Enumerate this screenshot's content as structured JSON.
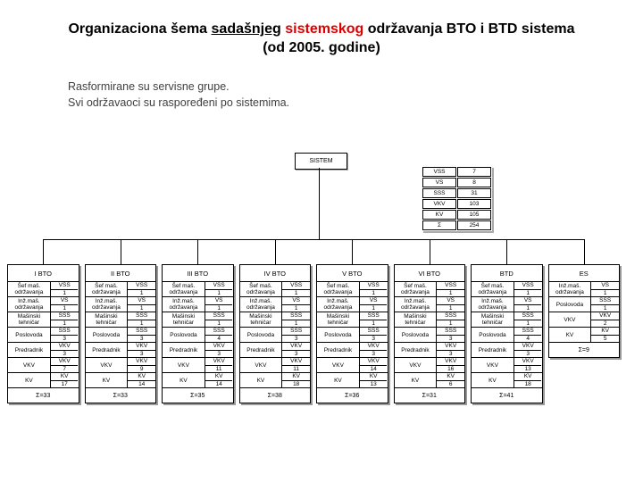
{
  "title": {
    "part1": "Organizaciona šema",
    "part2_underlined": "sadašnjeg",
    "part3_red": "sistemskog",
    "part4": "održavanja BTO i BTD sistema",
    "line2": "(od 2005. godine)"
  },
  "notes": [
    "Rasformirane su servisne grupe.",
    "Svi održavaoci su raspoređeni po sistemima."
  ],
  "root_box": {
    "label": "SISTEM"
  },
  "summary_table": {
    "rows": [
      [
        "VSS",
        "7"
      ],
      [
        "VS",
        "8"
      ],
      [
        "SSS",
        "31"
      ],
      [
        "VKV",
        "103"
      ],
      [
        "KV",
        "105"
      ],
      [
        "Σ",
        "254"
      ]
    ]
  },
  "units": [
    {
      "name": "I BTO",
      "total": "Σ=33",
      "rows": [
        {
          "label": "Šef maš. održavanja",
          "qual": "VSS",
          "count": "1"
        },
        {
          "label": "Inž.maš. održavanja",
          "qual": "VS",
          "count": "1"
        },
        {
          "label": "Mašinski tehničar",
          "qual": "SSS",
          "count": "1"
        },
        {
          "label": "Poslovoda",
          "qual": "SSS",
          "count": "3"
        },
        {
          "label": "Predradnik",
          "qual": "VKV",
          "count": "3"
        },
        {
          "label": "VKV",
          "qual": "VKV",
          "count": "7"
        },
        {
          "label": "KV",
          "qual": "KV",
          "count": "17"
        }
      ]
    },
    {
      "name": "II BTO",
      "total": "Σ=33",
      "rows": [
        {
          "label": "Šef maš. održavanja",
          "qual": "VSS",
          "count": "1"
        },
        {
          "label": "Inž.maš. održavanja",
          "qual": "VS",
          "count": "1"
        },
        {
          "label": "Mašinski tehničar",
          "qual": "SSS",
          "count": "1"
        },
        {
          "label": "Poslovoda",
          "qual": "SSS",
          "count": "3"
        },
        {
          "label": "Predradnik",
          "qual": "VKV",
          "count": "3"
        },
        {
          "label": "VKV",
          "qual": "VKV",
          "count": "9"
        },
        {
          "label": "KV",
          "qual": "KV",
          "count": "14"
        }
      ]
    },
    {
      "name": "III BTO",
      "total": "Σ=35",
      "rows": [
        {
          "label": "Šef maš. održavanja",
          "qual": "VSS",
          "count": "1"
        },
        {
          "label": "Inž.maš. održavanja",
          "qual": "VS",
          "count": "1"
        },
        {
          "label": "Mašinski tehničar",
          "qual": "SSS",
          "count": "1"
        },
        {
          "label": "Poslovoda",
          "qual": "SSS",
          "count": "4"
        },
        {
          "label": "Predradnik",
          "qual": "VKV",
          "count": "3"
        },
        {
          "label": "VKV",
          "qual": "VKV",
          "count": "11"
        },
        {
          "label": "KV",
          "qual": "KV",
          "count": "14"
        }
      ]
    },
    {
      "name": "IV BTO",
      "total": "Σ=38",
      "rows": [
        {
          "label": "Šef maš. održavanja",
          "qual": "VSS",
          "count": "1"
        },
        {
          "label": "Inž.maš. održavanja",
          "qual": "VS",
          "count": "1"
        },
        {
          "label": "Mašinski tehničar",
          "qual": "SSS",
          "count": "1"
        },
        {
          "label": "Poslovoda",
          "qual": "SSS",
          "count": "3"
        },
        {
          "label": "Predradnik",
          "qual": "VKV",
          "count": "3"
        },
        {
          "label": "VKV",
          "qual": "VKV",
          "count": "11"
        },
        {
          "label": "KV",
          "qual": "KV",
          "count": "18"
        }
      ]
    },
    {
      "name": "V BTO",
      "total": "Σ=36",
      "rows": [
        {
          "label": "Šef maš. održavanja",
          "qual": "VSS",
          "count": "1"
        },
        {
          "label": "Inž.maš. održavanja",
          "qual": "VS",
          "count": "1"
        },
        {
          "label": "Mašinski tehničar",
          "qual": "SSS",
          "count": "1"
        },
        {
          "label": "Poslovoda",
          "qual": "SSS",
          "count": "3"
        },
        {
          "label": "Predradnik",
          "qual": "VKV",
          "count": "3"
        },
        {
          "label": "VKV",
          "qual": "VKV",
          "count": "14"
        },
        {
          "label": "KV",
          "qual": "KV",
          "count": "13"
        }
      ]
    },
    {
      "name": "VI BTO",
      "total": "Σ=31",
      "rows": [
        {
          "label": "Šef maš. održavanja",
          "qual": "VSS",
          "count": "1"
        },
        {
          "label": "Inž.maš. održavanja",
          "qual": "VS",
          "count": "1"
        },
        {
          "label": "Mašinski tehničar",
          "qual": "SSS",
          "count": "1"
        },
        {
          "label": "Poslovoda",
          "qual": "SSS",
          "count": "3"
        },
        {
          "label": "Predradnik",
          "qual": "VKV",
          "count": "3"
        },
        {
          "label": "VKV",
          "qual": "VKV",
          "count": "16"
        },
        {
          "label": "KV",
          "qual": "KV",
          "count": "6"
        }
      ]
    },
    {
      "name": "BTD",
      "total": "Σ=41",
      "rows": [
        {
          "label": "Šef maš. održavanja",
          "qual": "VSS",
          "count": "1"
        },
        {
          "label": "Inž.maš. održavanja",
          "qual": "VS",
          "count": "1"
        },
        {
          "label": "Mašinski tehničar",
          "qual": "SSS",
          "count": "1"
        },
        {
          "label": "Poslovoda",
          "qual": "SSS",
          "count": "4"
        },
        {
          "label": "Predradnik",
          "qual": "VKV",
          "count": "3"
        },
        {
          "label": "VKV",
          "qual": "VKV",
          "count": "13"
        },
        {
          "label": "KV",
          "qual": "KV",
          "count": "18"
        }
      ]
    },
    {
      "name": "ES",
      "total": "Σ=9",
      "rows": [
        {
          "label": "Inž.maš. održavanja",
          "qual": "VS",
          "count": "1"
        },
        {
          "label": "Poslovoda",
          "qual": "SSS",
          "count": "1"
        },
        {
          "label": "VKV",
          "qual": "VKV",
          "count": "2"
        },
        {
          "label": "KV",
          "qual": "KV",
          "count": "5"
        }
      ]
    }
  ],
  "colors": {
    "accent_red": "#dd0000",
    "note_gray": "#404040"
  }
}
